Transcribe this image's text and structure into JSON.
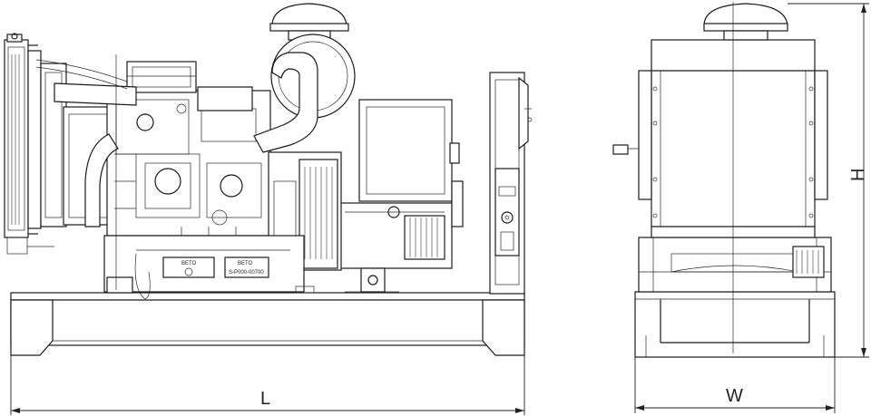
{
  "dimensions": {
    "length_label": "L",
    "width_label": "W",
    "height_label": "H"
  },
  "plates": {
    "plate_1": "BETO",
    "plate_2_line1": "BETO",
    "plate_2_line2": "S-P000-00700"
  },
  "colors": {
    "line": "#1a1a1a",
    "background": "#ffffff"
  }
}
